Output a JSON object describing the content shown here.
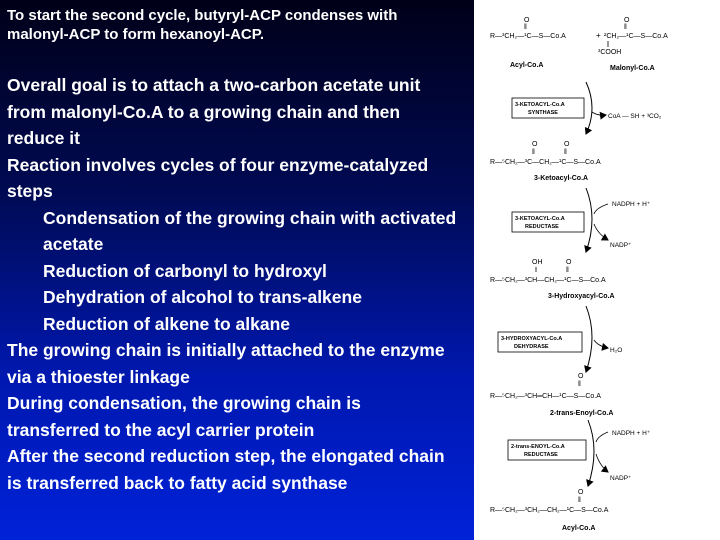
{
  "intro": "To start the second cycle, butyryl-ACP condenses with malonyl-ACP to form hexanoyl-ACP.",
  "bullets": [
    {
      "text": "Overall goal is to attach a two-carbon acetate unit from malonyl-Co.A to a growing chain and then reduce it",
      "level": 0
    },
    {
      "text": "Reaction involves cycles of four enzyme-catalyzed steps",
      "level": 0
    },
    {
      "text": "Condensation of the growing chain with activated acetate",
      "level": 1
    },
    {
      "text": "Reduction of carbonyl to hydroxyl",
      "level": 1
    },
    {
      "text": "Dehydration of alcohol to trans-alkene",
      "level": 1
    },
    {
      "text": "Reduction of alkene to alkane",
      "level": 1
    },
    {
      "text": "The growing chain is initially attached to the enzyme via a thioester linkage",
      "level": 0
    },
    {
      "text": "During condensation, the growing chain is transferred to the acyl carrier protein",
      "level": 0
    },
    {
      "text": "After the second reduction step, the elongated chain is transferred back to fatty acid synthase",
      "level": 0
    }
  ],
  "diagram": {
    "acyl_coa_formula": "R—³CH₂—¹C—S—Co.A",
    "plus": "+",
    "malonyl_formula": "²CH₂—¹C—S—Co.A",
    "cooh": "³COOH",
    "acyl_coa_label": "Acyl-Co.A",
    "malonyl_label": "Malonyl-Co.A",
    "enzyme1": [
      "3-KETOACYL-Co.A",
      "SYNTHASE"
    ],
    "byproduct1": "CoA — SH + ³CO₂",
    "ketoacyl_formula": "R—⁵CH₂—³C—CH₂—¹C—S—Co.A",
    "ketoacyl_label": "3-Ketoacyl-Co.A",
    "nadph1": "NADPH + H⁺",
    "enzyme2": [
      "3-KETOACYL-Co.A",
      "REDUCTASE"
    ],
    "nadp1": "NADP⁺",
    "oh": "OH",
    "hydroxy_formula": "R—⁵CH₂—³CH—CH₂—¹C—S—Co.A",
    "hydroxy_label": "3-Hydroxyacyl-Co.A",
    "enzyme3": [
      "3-HYDROXYACYL-Co.A",
      "DEHYDRASE"
    ],
    "water": "H₂O",
    "enoyl_formula": "R—⁵CH₂—³CH═CH—¹C—S—Co.A",
    "enoyl_label": "2-trans-Enoyl-Co.A",
    "nadph2": "NADPH + H⁺",
    "enzyme4": [
      "2-trans-ENOYL-Co.A",
      "REDUCTASE"
    ],
    "nadp2": "NADP⁺",
    "acyl2_formula": "R—⁵CH₂—³CH₂—CH₂—¹C—S—Co.A",
    "acyl2_label": "Acyl-Co.A",
    "o_atom": "O",
    "double_bond": "‖"
  }
}
